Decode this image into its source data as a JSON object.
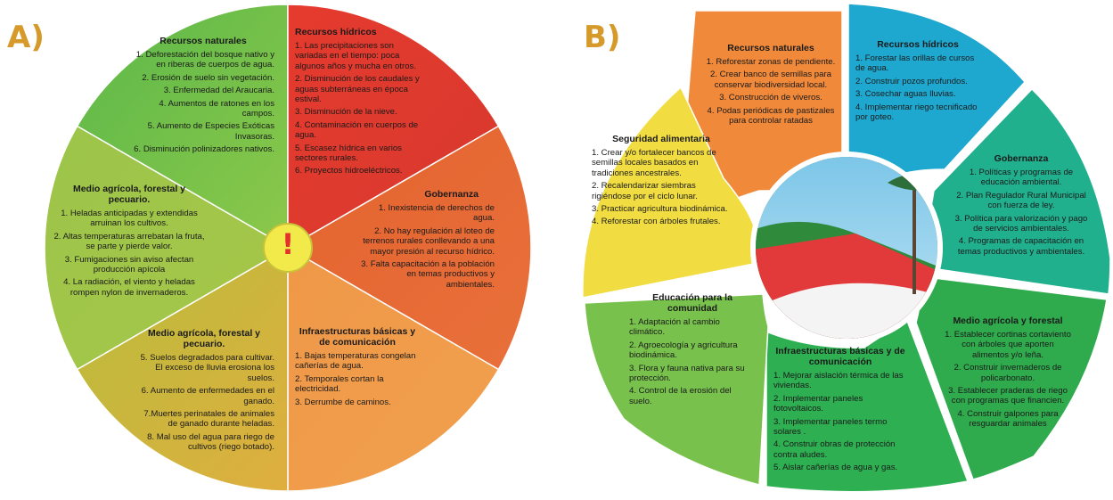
{
  "panel_a": {
    "letter": "A)",
    "center_symbol": "!",
    "segments": {
      "recursos_naturales": {
        "title": "Recursos naturales",
        "items": [
          "1. Deforestación del bosque nativo y en riberas de cuerpos de agua.",
          "2. Erosión de suelo sin vegetación.",
          "3. Enfermedad del Araucaria.",
          "4. Aumentos de ratones en los campos.",
          "5. Aumento de Especies Exóticas Invasoras.",
          "6. Disminución polinizadores nativos."
        ]
      },
      "recursos_hidricos": {
        "title": "Recursos hídricos",
        "items": [
          "1. Las precipitaciones son variadas en el tiempo: poca algunos años y mucha en otros.",
          "2. Disminución de los caudales y aguas subterráneas en época estival.",
          "3. Disminución de la nieve.",
          "4. Contaminación en cuerpos de agua.",
          "5. Escasez hídrica en varios sectores rurales.",
          "6. Proyectos hidroeléctricos."
        ]
      },
      "gobernanza": {
        "title": "Gobernanza",
        "items": [
          "1. Inexistencia de derechos de agua.",
          "2. No hay regulación al loteo de terrenos rurales conllevando a una mayor presión al recurso hídrico.",
          "3. Falta capacitación a la población en temas productivos y ambientales."
        ]
      },
      "infraestructuras": {
        "title": "Infraestructuras básicas y de comunicación",
        "items": [
          "1. Bajas temperaturas congelan cañerías de agua.",
          "2. Temporales cortan la electricidad.",
          "3. Derrumbe de caminos."
        ]
      },
      "medio_agricola_inferior": {
        "title": "Medio agrícola, forestal y pecuario.",
        "items": [
          "5. Suelos degradados para cultivar. El exceso de lluvia erosiona los suelos.",
          "6. Aumento de enfermedades en el ganado.",
          "7.Muertes perinatales de animales de ganado durante heladas.",
          "8. Mal uso del agua para riego de cultivos (riego botado)."
        ]
      },
      "medio_agricola_superior": {
        "title": "Medio agrícola, forestal y pecuario.",
        "items": [
          "1. Heladas anticipadas y extendidas arruinan los cultivos.",
          "2. Altas temperaturas arrebatan la fruta, se parte y pierde valor.",
          "3. Fumigaciones sin aviso afectan producción apícola",
          "4. La radiación, el viento y heladas rompen nylon de invernaderos."
        ]
      }
    }
  },
  "panel_b": {
    "letter": "B)",
    "segments": {
      "recursos_naturales": {
        "title": "Recursos naturales",
        "items": [
          "1. Reforestar zonas de pendiente.",
          "2. Crear banco de semillas para conservar biodiversidad local.",
          "3. Construcción de viveros.",
          "4. Podas periódicas de pastizales para controlar ratadas"
        ]
      },
      "recursos_hidricos": {
        "title": "Recursos hídricos",
        "items": [
          "1. Forestar las orillas de cursos de agua.",
          "2. Construir pozos profundos.",
          "3. Cosechar aguas lluvias.",
          "4. Implementar riego tecnificado por goteo."
        ]
      },
      "gobernanza": {
        "title": "Gobernanza",
        "items": [
          "1. Políticas y programas de educación ambiental.",
          "2. Plan Regulador Rural Municipal con fuerza de ley.",
          "3. Política para valorización y pago de servicios ambientales.",
          "4. Programas de capacitación en temas productivos y ambientales."
        ]
      },
      "medio_agricola": {
        "title": "Medio agrícola y forestal",
        "items": [
          "1. Establecer cortinas cortaviento con árboles que aporten alimentos y/o leña.",
          "2. Construir invernaderos de policarbonato.",
          "3. Establecer praderas de riego con programas que financien.",
          "4. Construir galpones para resguardar animales"
        ]
      },
      "infraestructuras": {
        "title": "Infraestructuras básicas y de comunicación",
        "items": [
          "1. Mejorar aislación térmica de las viviendas.",
          "2. Implementar paneles fotovoltaicos.",
          "3. Implementar paneles termo solares .",
          "4. Construir obras de protección contra aludes.",
          "5. Aislar cañerías de agua y gas."
        ]
      },
      "educacion": {
        "title": "Educación para la comunidad",
        "items": [
          "1. Adaptación al cambio climático.",
          "2. Agroecología y agricultura biodinámica.",
          "3. Flora y fauna nativa para su protección.",
          "4. Control de la erosión del suelo."
        ]
      },
      "seguridad": {
        "title": "Seguridad alimentaria",
        "items": [
          "1. Crear y/o fortalecer bancos de semillas locales basados en tradiciones ancestrales.",
          "2. Recalendarizar siembras rigiéndose por el ciclo lunar.",
          "3. Practicar agricultura biodinámica.",
          "4. Reforestar con árboles frutales."
        ]
      }
    }
  }
}
